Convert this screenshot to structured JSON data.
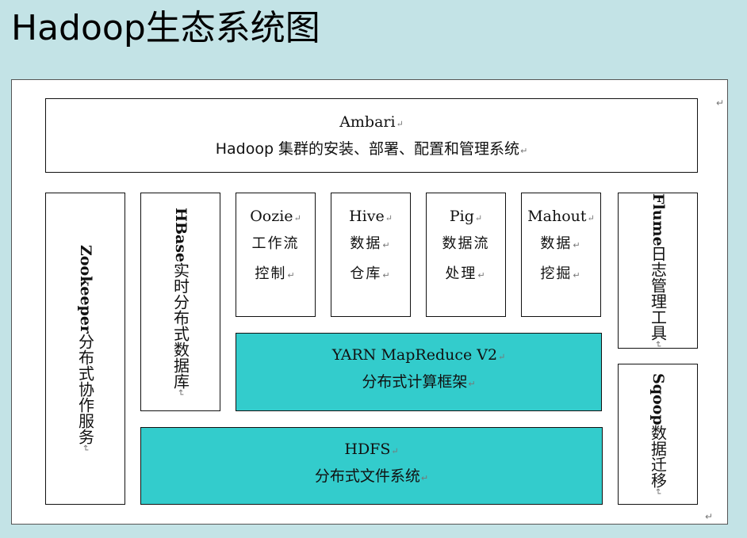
{
  "slide": {
    "title": "Hadoop生态系统图"
  },
  "return_mark": "↵",
  "ambari": {
    "name": "Ambari",
    "desc": "Hadoop 集群的安装、部署、配置和管理系统"
  },
  "oozie": {
    "name": "Oozie",
    "desc_line1": "工作流",
    "desc_line2": "控制"
  },
  "hive": {
    "name": "Hive",
    "desc_line1": "数据",
    "desc_line2": "仓库"
  },
  "pig": {
    "name": "Pig",
    "desc_line1": "数据流",
    "desc_line2": "处理"
  },
  "mahout": {
    "name": "Mahout",
    "desc_line1": "数据",
    "desc_line2": "挖掘"
  },
  "yarn": {
    "name": "YARN MapReduce V2",
    "desc": "分布式计算框架"
  },
  "hdfs": {
    "name": "HDFS",
    "desc": "分布式文件系统"
  },
  "zookeeper": {
    "name": "Zookeeper",
    "desc": "分布式协作服务"
  },
  "hbase": {
    "name": "HBase",
    "desc": "实时分布式数据库"
  },
  "flume": {
    "name": "Flume",
    "desc": "日志管理工具"
  },
  "sqoop": {
    "name": "Sqoop",
    "desc": "数据迁移"
  }
}
